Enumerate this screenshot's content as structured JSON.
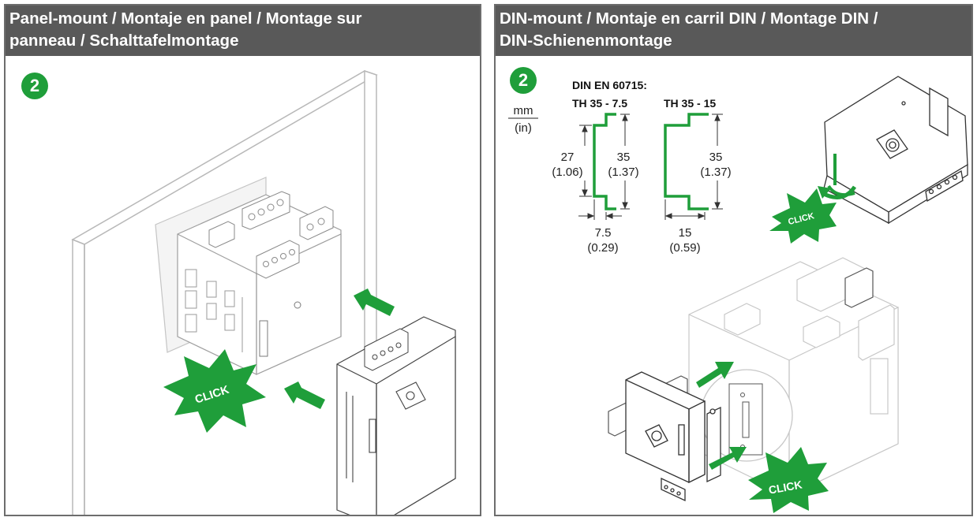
{
  "left_panel": {
    "title_line1": "Panel-mount / Montaje en panel / Montage sur",
    "title_line2": "panneau / Schalttafelmontage",
    "step": "2",
    "click_label": "CLICK"
  },
  "right_panel": {
    "title_line1": "DIN-mount / Montaje en carril DIN / Montage DIN /",
    "title_line2": "DIN-Schienenmontage",
    "step": "2",
    "standard": "DIN EN 60715:",
    "unit_top": "mm",
    "unit_bottom": "(in)",
    "rail1": {
      "name": "TH 35 - 7.5",
      "inner_height": "27",
      "inner_height_in": "(1.06)",
      "height": "35",
      "height_in": "(1.37)",
      "depth": "7.5",
      "depth_in": "(0.29)"
    },
    "rail2": {
      "name": "TH 35 - 15",
      "height": "35",
      "height_in": "(1.37)",
      "depth": "15",
      "depth_in": "(0.59)"
    },
    "click_label_top": "CLICK",
    "click_label_bottom": "CLICK"
  },
  "colors": {
    "header_bg": "#595959",
    "accent_green": "#1f9e3a",
    "line_gray": "#b8b8b8",
    "line_dark": "#333333"
  }
}
